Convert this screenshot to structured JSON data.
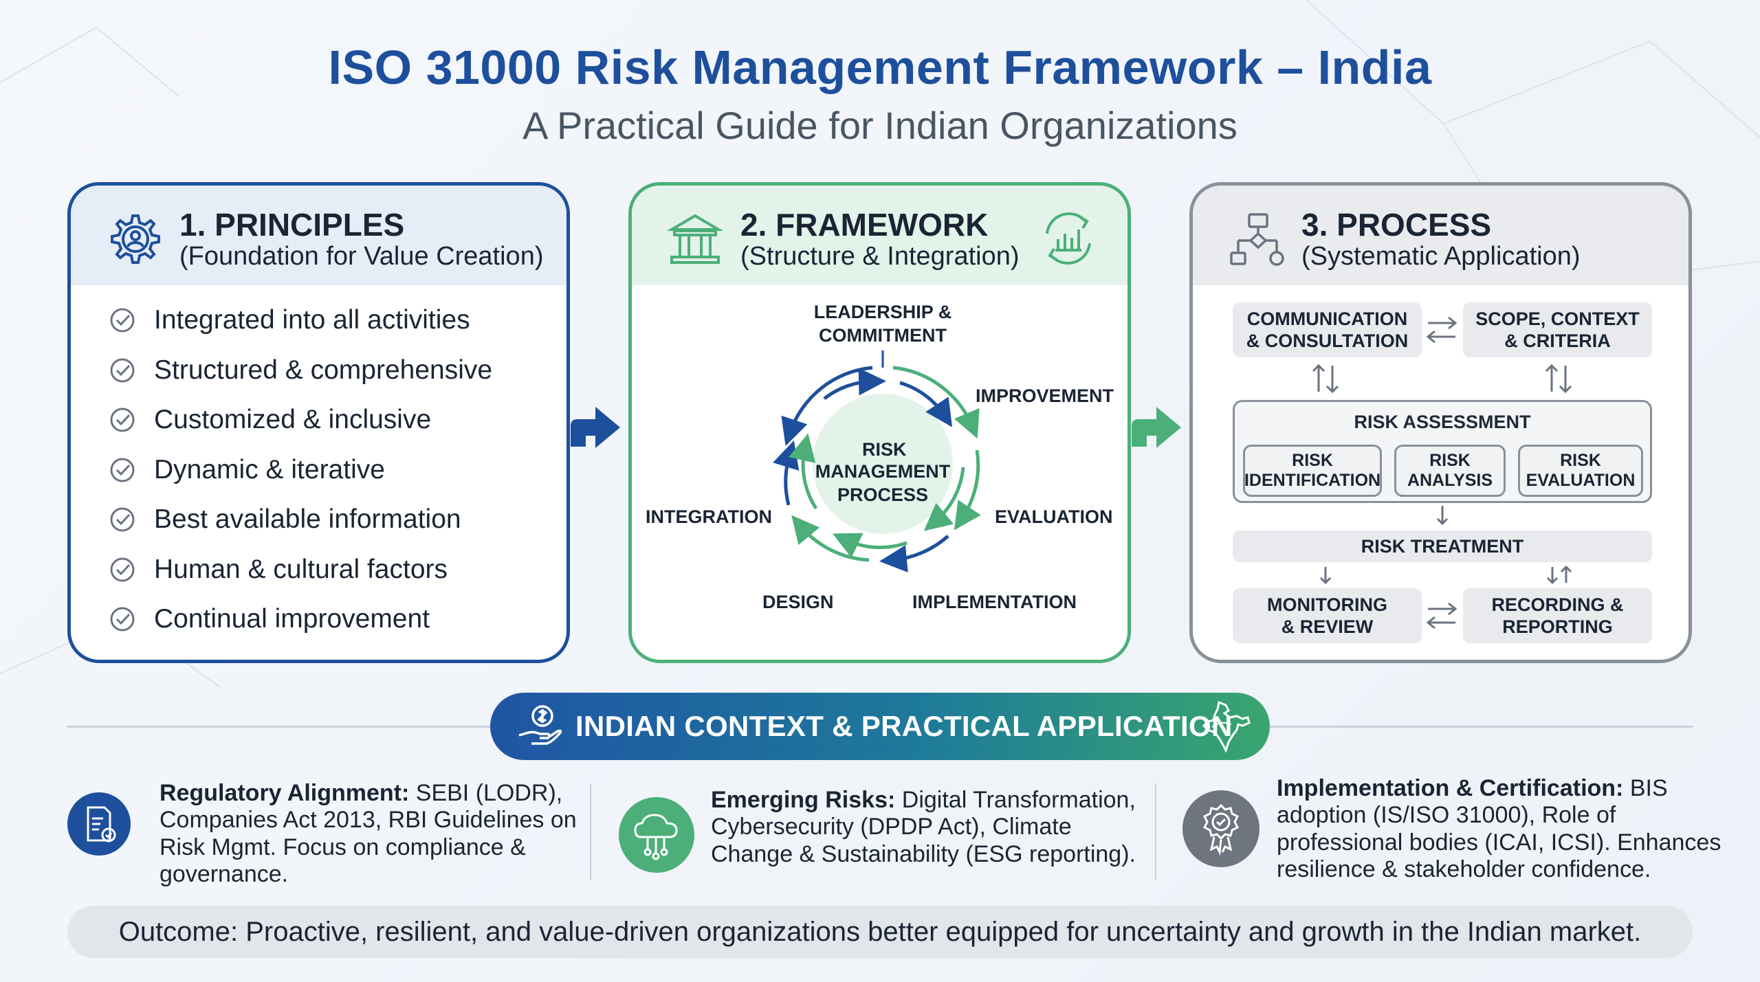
{
  "header": {
    "title": "ISO 31000 Risk Management Framework – India",
    "subtitle": "A Practical Guide for Indian Organizations"
  },
  "principles": {
    "title": "1. PRINCIPLES",
    "subtitle": "(Foundation for Value Creation)",
    "icon": "gear-user-icon",
    "items": [
      "Integrated into all activities",
      "Structured & comprehensive",
      "Customized & inclusive",
      "Dynamic & iterative",
      "Best available information",
      "Human & cultural factors",
      "Continual improvement"
    ]
  },
  "framework": {
    "title": "2. FRAMEWORK",
    "subtitle": "(Structure & Integration)",
    "icon": "institution-icon",
    "center": [
      "RISK",
      "MANAGEMENT",
      "PROCESS"
    ],
    "leadership": [
      "LEADERSHIP &",
      "COMMITMENT"
    ],
    "improvement": "IMPROVEMENT",
    "evaluation": "EVALUATION",
    "implementation": "IMPLEMENTATION",
    "design": "DESIGN",
    "integration": "INTEGRATION"
  },
  "process": {
    "title": "3. PROCESS",
    "subtitle": "(Systematic Application)",
    "icon": "flowchart-icon",
    "communication": [
      "COMMUNICATION",
      "& CONSULTATION"
    ],
    "scope": [
      "SCOPE, CONTEXT",
      "& CRITERIA"
    ],
    "assessment": "RISK ASSESSMENT",
    "identification": [
      "RISK",
      "IDENTIFICATION"
    ],
    "analysis": [
      "RISK",
      "ANALYSIS"
    ],
    "risk_evaluation": [
      "RISK",
      "EVALUATION"
    ],
    "treatment": "RISK TREATMENT",
    "monitoring": [
      "MONITORING",
      "& REVIEW"
    ],
    "recording": [
      "RECORDING &",
      "REPORTING"
    ]
  },
  "context": {
    "banner": "INDIAN CONTEXT & PRACTICAL APPLICATION",
    "regulatory": {
      "label": "Regulatory Alignment:",
      "line1": "SEBI (LODR),",
      "line2": "Companies Act 2013, RBI Guidelines on",
      "line3": "Risk Mgmt. Focus on compliance &",
      "line4": "governance."
    },
    "emerging": {
      "label": "Emerging Risks:",
      "line1": "Digital Transformation,",
      "line2": "Cybersecurity (DPDP Act), Climate",
      "line3": "Change & Sustainability (ESG reporting)."
    },
    "implementation": {
      "label": "Implementation & Certification:",
      "line1": "BIS",
      "line2": "adoption (IS/ISO 31000), Role of",
      "line3": "professional bodies (ICAI, ICSI). Enhances",
      "line4": "resilience & stakeholder confidence."
    }
  },
  "outcome": "Outcome: Proactive, resilient, and value-driven organizations better equipped for uncertainty and growth in the Indian market.",
  "colors": {
    "blue": "#1d4f9c",
    "green": "#4caf79",
    "gray": "#8a9099"
  }
}
